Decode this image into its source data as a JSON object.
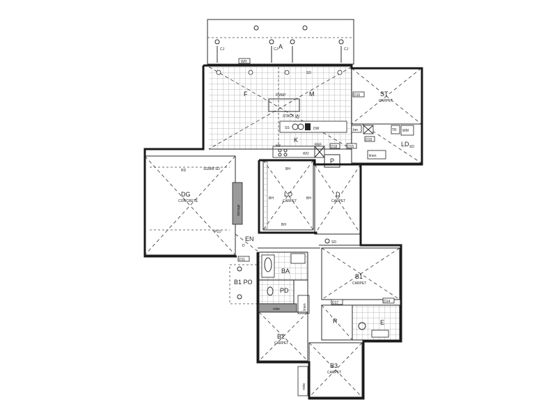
{
  "rooms": {
    "alfresco": "A",
    "family": "F",
    "meals": "M",
    "study": {
      "name": "ST",
      "finish": "CARPET"
    },
    "laundry": "LD",
    "linen_upper": "linen",
    "kitchen": "K",
    "pantry": "P",
    "double_garage": {
      "name": "DG",
      "finish": "CONCRETE"
    },
    "storage": "storage",
    "lounge": {
      "name": "LO",
      "finish": "CARPET"
    },
    "dining": {
      "name": "D",
      "finish": "CARPET"
    },
    "entry": "EN",
    "porch": "B1 PO",
    "bath": "BA",
    "powder": "PD",
    "robe_b2": "robe",
    "linen_lower": "linen",
    "bed1": {
      "name": "B1",
      "finish": "CARPET"
    },
    "ensuite": "E",
    "robe_r": "R",
    "bed2": {
      "name": "B2",
      "finish": "CARPET"
    },
    "bed3": {
      "name": "B3",
      "finish": "CARPET"
    },
    "robe_b3": "robe"
  },
  "fixtures": {
    "cj": "CJ",
    "wh": "WH",
    "sd": "SD",
    "rmsp": "RMSP",
    "stack": "STACK (A)",
    "ss": "SS",
    "dw": "DW",
    "bm": "bm",
    "tr": "TR",
    "wm": "WM",
    "hp": "HP",
    "wo": "WO",
    "ref": "REF",
    "rd": "RD",
    "sgmm": "SGMM SD",
    "bh": "BH",
    "pld": "PLD",
    "d": "D",
    "d11": "D11",
    "d14": "D14",
    "d15": "D15",
    "d16": "D16",
    "d17": "D17",
    "d18": "D18",
    "d19": "D19"
  }
}
